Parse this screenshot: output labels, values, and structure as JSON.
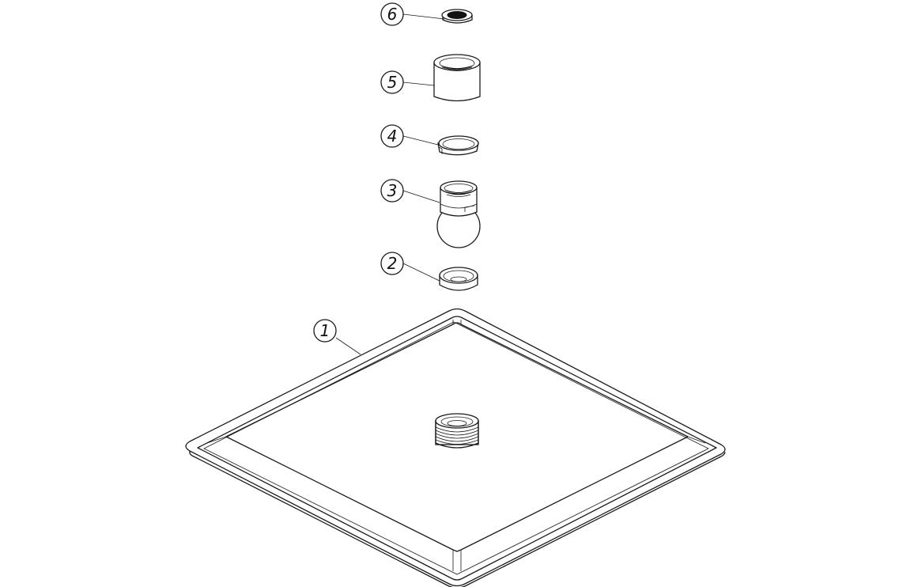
{
  "diagram": {
    "type": "exploded-parts-view",
    "subject": "square shower head assembly",
    "background": "#ffffff",
    "line_color": "#1a1a1a",
    "callouts": [
      {
        "id": "1",
        "label": "1",
        "part": "square shower head plate"
      },
      {
        "id": "2",
        "label": "2",
        "part": "seat ring"
      },
      {
        "id": "3",
        "label": "3",
        "part": "ball joint connector"
      },
      {
        "id": "4",
        "label": "4",
        "part": "split ring"
      },
      {
        "id": "5",
        "label": "5",
        "part": "threaded nut"
      },
      {
        "id": "6",
        "label": "6",
        "part": "washer"
      }
    ]
  }
}
